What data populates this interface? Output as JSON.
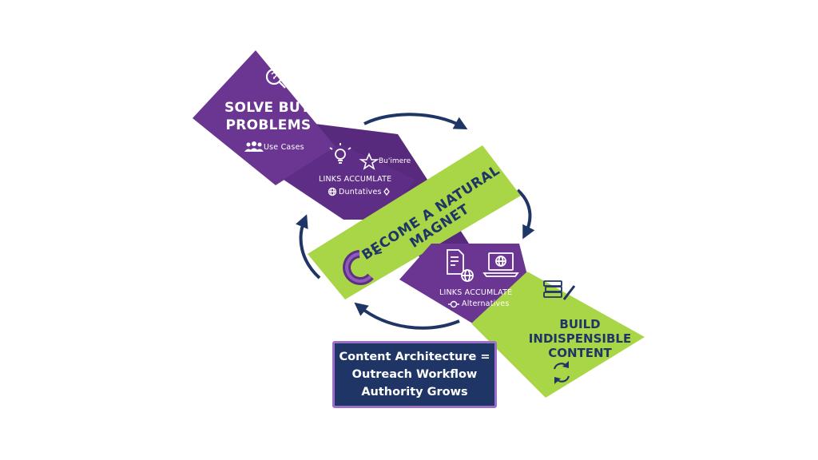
{
  "diagram": {
    "solve": {
      "line1": "SOLVE BUYER",
      "line2": "PROBLEMS",
      "use_cases": "Use Cases"
    },
    "upper_strip": {
      "star_label": "Bu'imere",
      "links_label": "LINKS ACCUMLATE",
      "sub_label": "Duntatives"
    },
    "magnet": {
      "line1": "BECOME A NATURAL",
      "line2": "MAGNET"
    },
    "lower_strip": {
      "links_label": "LINKS ACCUMLATE",
      "sub_label": "Alternatives"
    },
    "build": {
      "line1": "BUILD",
      "line2": "INDISPENSIBLE",
      "line3": "CONTENT"
    },
    "architecture": {
      "line1": "Content Architecture =",
      "line2": "Outreach Workflow",
      "line3": "Authority Grows"
    }
  },
  "colors": {
    "purple": "#6a3691",
    "purple_dark": "#582a7e",
    "green": "#a9d646",
    "navy": "#1f3566",
    "border": "#9b6fc9"
  },
  "icons": [
    "question-search-icon",
    "people-icon",
    "lightbulb-icon",
    "star-icon",
    "globe-icon",
    "diamond-icon",
    "magnet-icon",
    "document-globe-icon",
    "laptop-globe-icon",
    "plug-icon",
    "books-pencil-icon",
    "refresh-icon"
  ]
}
